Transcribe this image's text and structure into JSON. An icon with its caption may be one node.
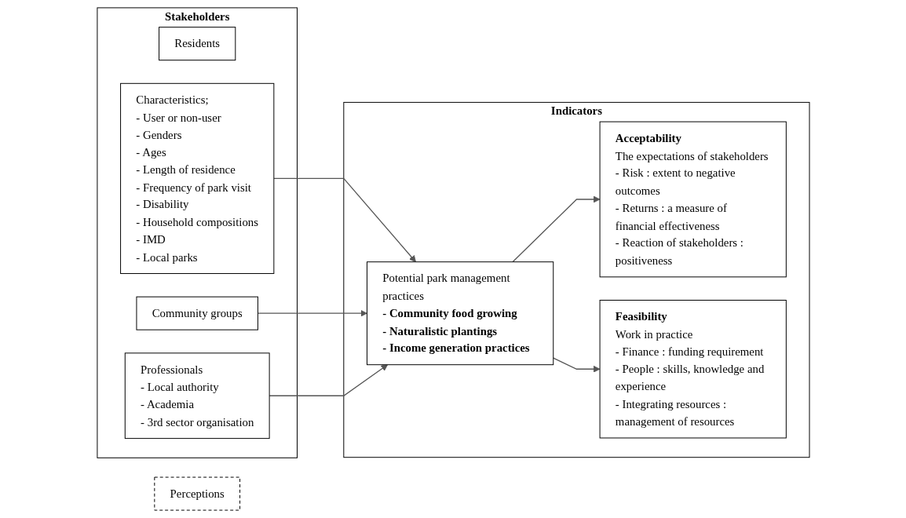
{
  "diagram": {
    "nodes": [
      {
        "text": [
          "Stakeholders"
        ]
      },
      {
        "text": [
          "Residents"
        ],
        "in": 0
      },
      {
        "text": [
          "Characteristics;",
          "- User or non-user",
          "- Genders",
          "- Ages",
          "- Length of residence",
          "- Frequency of park visit",
          "- Disability",
          "- Household compositions",
          "- IMD",
          "- Local parks"
        ],
        "in": 0
      },
      {
        "text": [
          "Community groups"
        ],
        "in": 0
      },
      {
        "text": [
          "Professionals",
          "- Local authority",
          "- Academia",
          "- 3rd sector organisation"
        ],
        "in": 0
      },
      {
        "text": [
          "Perceptions"
        ]
      },
      {
        "text": [
          "Indicators"
        ]
      },
      {
        "text": [
          "Potential park management practices",
          "- Community food growing",
          "- Naturalistic plantings",
          "- Income generation practices"
        ],
        "in": 6
      },
      {
        "text": [
          "Acceptability",
          "The expectations of stakeholders",
          "- Risk : extent to negative outcomes",
          "- Returns : a measure of financial effectiveness",
          "- Reaction of stakeholders : positiveness"
        ],
        "in": 6
      },
      {
        "text": [
          "Feasibility",
          "Work in practice",
          "- Finance : funding requirement",
          "- People : skills, knowledge and experience",
          "- Integrating resources : management of resources"
        ],
        "in": 6
      }
    ],
    "edges": [
      {
        "from": 2,
        "to": 7,
        "arrow": "to"
      },
      {
        "from": 3,
        "to": 7,
        "arrow": "to"
      },
      {
        "from": 4,
        "to": 7,
        "arrow": "to"
      },
      {
        "from": 7,
        "to": 8,
        "arrow": "to"
      },
      {
        "from": 7,
        "to": 9,
        "arrow": "to"
      }
    ]
  }
}
